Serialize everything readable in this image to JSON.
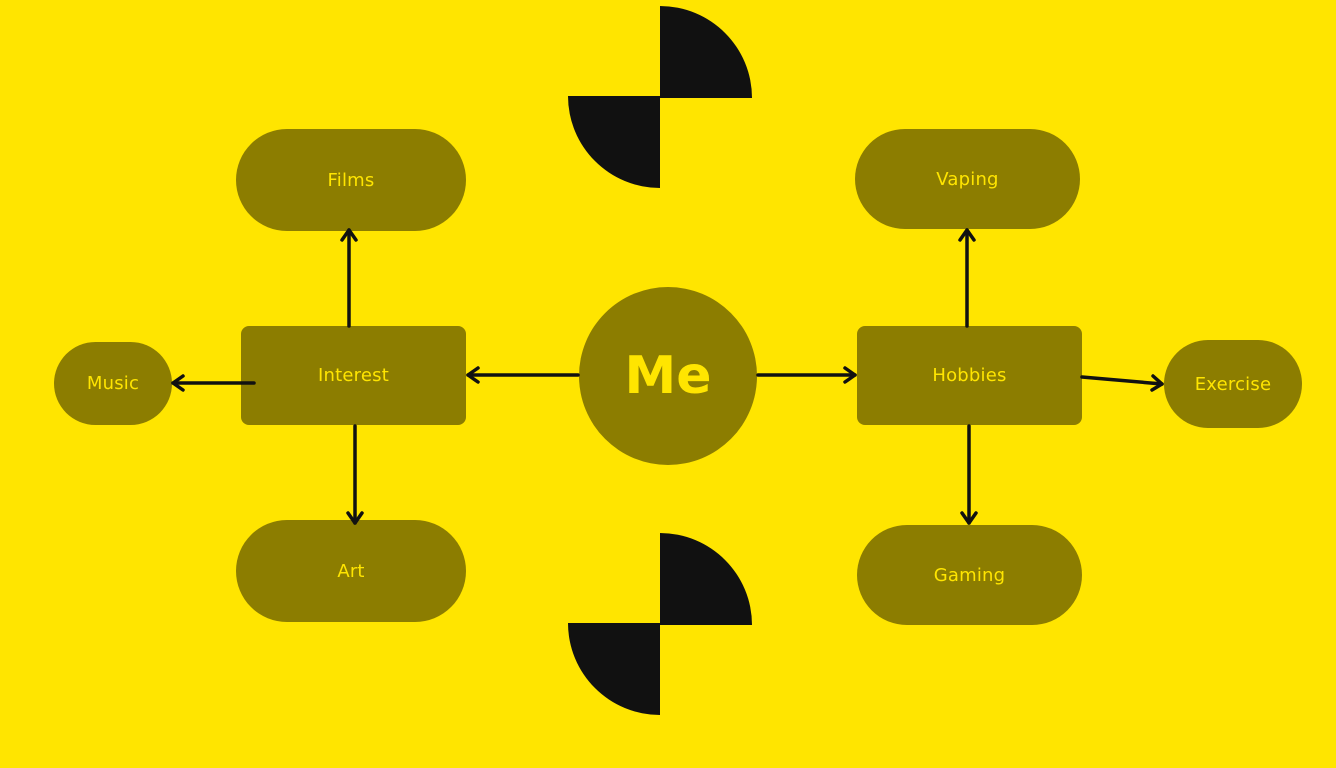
{
  "colors": {
    "background": "#FFE500",
    "node_fill": "#8C7D00",
    "node_text": "#FFE500",
    "arrow": "#111111",
    "decor": "#111111"
  },
  "center": {
    "label": "Me"
  },
  "nodes": {
    "interest": "Interest",
    "hobbies": "Hobbies",
    "films": "Films",
    "music": "Music",
    "art": "Art",
    "vaping": "Vaping",
    "exercise": "Exercise",
    "gaming": "Gaming"
  },
  "decorations": [
    "quarter-circle-pinwheel",
    "quarter-circle-pinwheel"
  ]
}
